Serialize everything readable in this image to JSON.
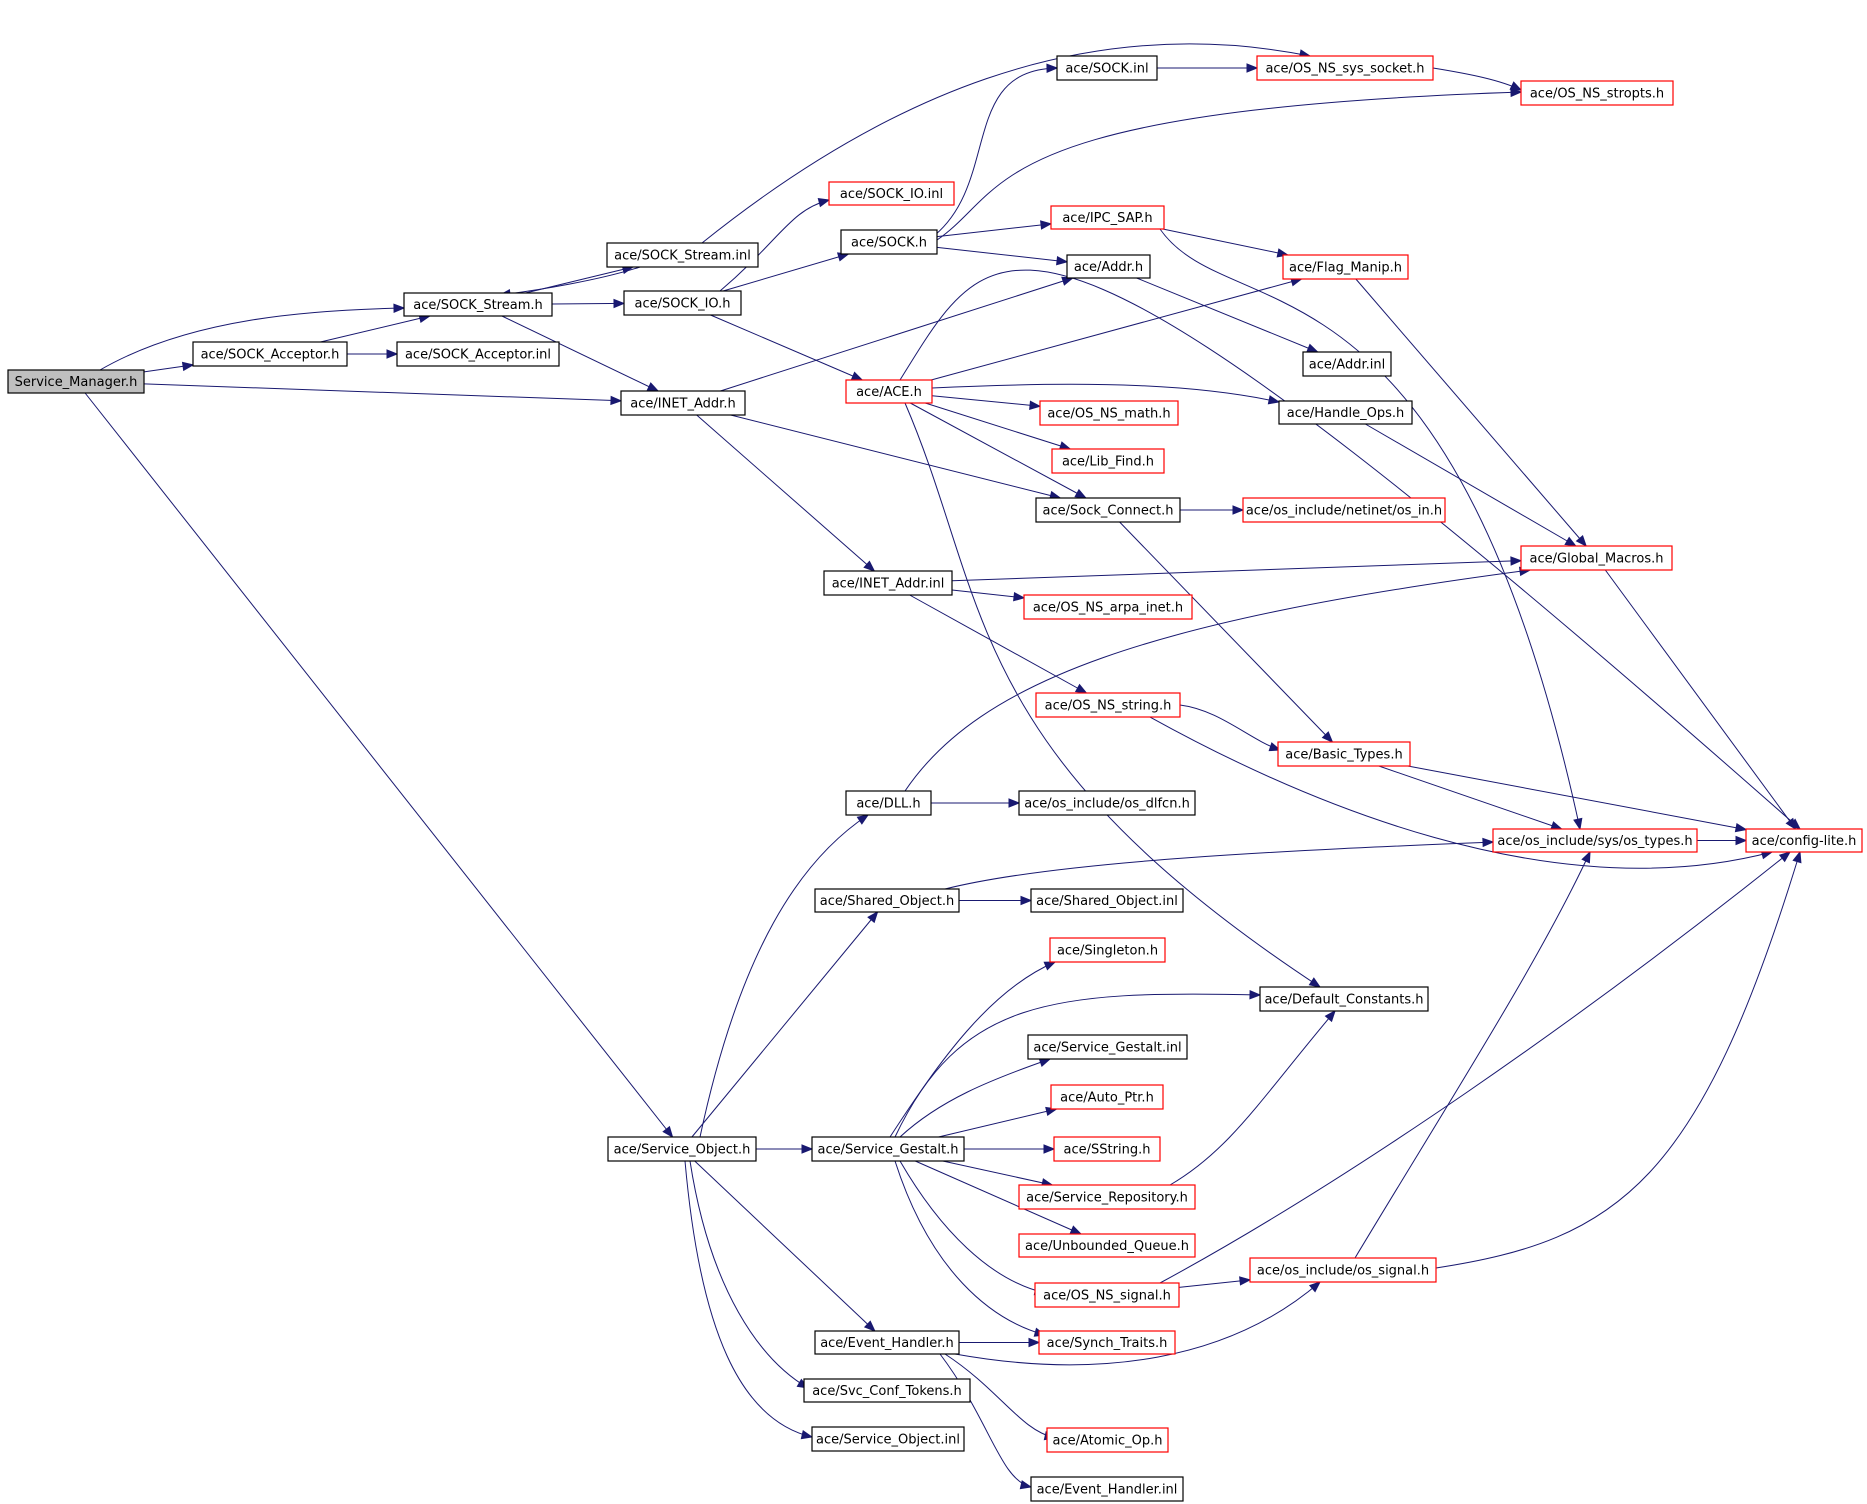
{
  "graph": {
    "colors": {
      "root_fill": "#bfbfbf",
      "normal_border": "#000000",
      "truncated_border": "#ff0000",
      "edge": "#191970"
    },
    "nodes": [
      {
        "id": "service_manager",
        "label": "Service_Manager.h",
        "style": "root"
      },
      {
        "id": "sock_stream_h",
        "label": "ace/SOCK_Stream.h",
        "style": "normal"
      },
      {
        "id": "sock_acceptor_h",
        "label": "ace/SOCK_Acceptor.h",
        "style": "normal"
      },
      {
        "id": "sock_acceptor_inl",
        "label": "ace/SOCK_Acceptor.inl",
        "style": "normal"
      },
      {
        "id": "inet_addr_h",
        "label": "ace/INET_Addr.h",
        "style": "normal"
      },
      {
        "id": "service_object_h",
        "label": "ace/Service_Object.h",
        "style": "normal"
      },
      {
        "id": "sock_stream_inl",
        "label": "ace/SOCK_Stream.inl",
        "style": "normal"
      },
      {
        "id": "sock_io_h",
        "label": "ace/SOCK_IO.h",
        "style": "normal"
      },
      {
        "id": "sock_io_inl",
        "label": "ace/SOCK_IO.inl",
        "style": "truncated"
      },
      {
        "id": "sock_h",
        "label": "ace/SOCK.h",
        "style": "normal"
      },
      {
        "id": "sock_inl",
        "label": "ace/SOCK.inl",
        "style": "normal"
      },
      {
        "id": "os_ns_sys_socket",
        "label": "ace/OS_NS_sys_socket.h",
        "style": "truncated"
      },
      {
        "id": "os_ns_stropts",
        "label": "ace/OS_NS_stropts.h",
        "style": "truncated"
      },
      {
        "id": "ipc_sap",
        "label": "ace/IPC_SAP.h",
        "style": "truncated"
      },
      {
        "id": "addr_h",
        "label": "ace/Addr.h",
        "style": "normal"
      },
      {
        "id": "flag_manip",
        "label": "ace/Flag_Manip.h",
        "style": "truncated"
      },
      {
        "id": "addr_inl",
        "label": "ace/Addr.inl",
        "style": "normal"
      },
      {
        "id": "ace_h",
        "label": "ace/ACE.h",
        "style": "truncated"
      },
      {
        "id": "handle_ops",
        "label": "ace/Handle_Ops.h",
        "style": "normal"
      },
      {
        "id": "os_ns_math",
        "label": "ace/OS_NS_math.h",
        "style": "truncated"
      },
      {
        "id": "lib_find",
        "label": "ace/Lib_Find.h",
        "style": "truncated"
      },
      {
        "id": "sock_connect",
        "label": "ace/Sock_Connect.h",
        "style": "normal"
      },
      {
        "id": "netinet_os_in",
        "label": "ace/os_include/netinet/os_in.h",
        "style": "truncated"
      },
      {
        "id": "inet_addr_inl",
        "label": "ace/INET_Addr.inl",
        "style": "normal"
      },
      {
        "id": "global_macros",
        "label": "ace/Global_Macros.h",
        "style": "truncated"
      },
      {
        "id": "os_ns_arpa_inet",
        "label": "ace/OS_NS_arpa_inet.h",
        "style": "truncated"
      },
      {
        "id": "os_ns_string",
        "label": "ace/OS_NS_string.h",
        "style": "truncated"
      },
      {
        "id": "basic_types",
        "label": "ace/Basic_Types.h",
        "style": "truncated"
      },
      {
        "id": "dll_h",
        "label": "ace/DLL.h",
        "style": "normal"
      },
      {
        "id": "os_dlfcn",
        "label": "ace/os_include/os_dlfcn.h",
        "style": "normal"
      },
      {
        "id": "os_types",
        "label": "ace/os_include/sys/os_types.h",
        "style": "truncated"
      },
      {
        "id": "config_lite",
        "label": "ace/config-lite.h",
        "style": "truncated"
      },
      {
        "id": "shared_object_h",
        "label": "ace/Shared_Object.h",
        "style": "normal"
      },
      {
        "id": "shared_object_inl",
        "label": "ace/Shared_Object.inl",
        "style": "normal"
      },
      {
        "id": "singleton",
        "label": "ace/Singleton.h",
        "style": "truncated"
      },
      {
        "id": "default_constants",
        "label": "ace/Default_Constants.h",
        "style": "normal"
      },
      {
        "id": "service_gestalt_inl",
        "label": "ace/Service_Gestalt.inl",
        "style": "normal"
      },
      {
        "id": "auto_ptr",
        "label": "ace/Auto_Ptr.h",
        "style": "truncated"
      },
      {
        "id": "service_gestalt_h",
        "label": "ace/Service_Gestalt.h",
        "style": "normal"
      },
      {
        "id": "sstring",
        "label": "ace/SString.h",
        "style": "truncated"
      },
      {
        "id": "service_repository",
        "label": "ace/Service_Repository.h",
        "style": "truncated"
      },
      {
        "id": "unbounded_queue",
        "label": "ace/Unbounded_Queue.h",
        "style": "truncated"
      },
      {
        "id": "os_ns_signal",
        "label": "ace/OS_NS_signal.h",
        "style": "truncated"
      },
      {
        "id": "os_signal",
        "label": "ace/os_include/os_signal.h",
        "style": "truncated"
      },
      {
        "id": "event_handler_h",
        "label": "ace/Event_Handler.h",
        "style": "normal"
      },
      {
        "id": "synch_traits",
        "label": "ace/Synch_Traits.h",
        "style": "truncated"
      },
      {
        "id": "svc_conf_tokens",
        "label": "ace/Svc_Conf_Tokens.h",
        "style": "normal"
      },
      {
        "id": "service_object_inl",
        "label": "ace/Service_Object.inl",
        "style": "normal"
      },
      {
        "id": "atomic_op",
        "label": "ace/Atomic_Op.h",
        "style": "truncated"
      },
      {
        "id": "event_handler_inl",
        "label": "ace/Event_Handler.inl",
        "style": "normal"
      }
    ],
    "edges": [
      {
        "from": "service_manager",
        "to": "sock_stream_h"
      },
      {
        "from": "service_manager",
        "to": "sock_acceptor_h"
      },
      {
        "from": "service_manager",
        "to": "inet_addr_h"
      },
      {
        "from": "service_manager",
        "to": "service_object_h"
      },
      {
        "from": "sock_acceptor_h",
        "to": "sock_stream_h"
      },
      {
        "from": "sock_acceptor_h",
        "to": "sock_acceptor_inl"
      },
      {
        "from": "sock_stream_h",
        "to": "sock_stream_inl"
      },
      {
        "from": "sock_stream_h",
        "to": "sock_io_h"
      },
      {
        "from": "sock_stream_h",
        "to": "inet_addr_h"
      },
      {
        "from": "sock_stream_inl",
        "to": "sock_stream_h"
      },
      {
        "from": "sock_stream_inl",
        "to": "os_ns_sys_socket"
      },
      {
        "from": "sock_io_h",
        "to": "sock_io_inl"
      },
      {
        "from": "sock_io_h",
        "to": "sock_h"
      },
      {
        "from": "sock_io_h",
        "to": "ace_h"
      },
      {
        "from": "sock_h",
        "to": "sock_inl"
      },
      {
        "from": "sock_h",
        "to": "ipc_sap"
      },
      {
        "from": "sock_h",
        "to": "addr_h"
      },
      {
        "from": "sock_h",
        "to": "os_ns_stropts"
      },
      {
        "from": "sock_inl",
        "to": "os_ns_sys_socket"
      },
      {
        "from": "os_ns_sys_socket",
        "to": "os_ns_stropts"
      },
      {
        "from": "ipc_sap",
        "to": "flag_manip"
      },
      {
        "from": "ipc_sap",
        "to": "os_types"
      },
      {
        "from": "addr_h",
        "to": "addr_inl"
      },
      {
        "from": "flag_manip",
        "to": "global_macros"
      },
      {
        "from": "inet_addr_h",
        "to": "addr_h"
      },
      {
        "from": "inet_addr_h",
        "to": "sock_connect"
      },
      {
        "from": "inet_addr_h",
        "to": "inet_addr_inl"
      },
      {
        "from": "ace_h",
        "to": "flag_manip"
      },
      {
        "from": "ace_h",
        "to": "handle_ops"
      },
      {
        "from": "ace_h",
        "to": "os_ns_math"
      },
      {
        "from": "ace_h",
        "to": "lib_find"
      },
      {
        "from": "ace_h",
        "to": "sock_connect"
      },
      {
        "from": "ace_h",
        "to": "default_constants"
      },
      {
        "from": "ace_h",
        "to": "config_lite"
      },
      {
        "from": "handle_ops",
        "to": "global_macros"
      },
      {
        "from": "sock_connect",
        "to": "netinet_os_in"
      },
      {
        "from": "sock_connect",
        "to": "basic_types"
      },
      {
        "from": "inet_addr_inl",
        "to": "global_macros"
      },
      {
        "from": "inet_addr_inl",
        "to": "os_ns_arpa_inet"
      },
      {
        "from": "inet_addr_inl",
        "to": "os_ns_string"
      },
      {
        "from": "global_macros",
        "to": "config_lite"
      },
      {
        "from": "os_ns_string",
        "to": "basic_types"
      },
      {
        "from": "os_ns_string",
        "to": "config_lite"
      },
      {
        "from": "basic_types",
        "to": "os_types"
      },
      {
        "from": "basic_types",
        "to": "config_lite"
      },
      {
        "from": "os_types",
        "to": "config_lite"
      },
      {
        "from": "dll_h",
        "to": "os_dlfcn"
      },
      {
        "from": "dll_h",
        "to": "global_macros"
      },
      {
        "from": "shared_object_h",
        "to": "shared_object_inl"
      },
      {
        "from": "shared_object_h",
        "to": "os_types"
      },
      {
        "from": "service_object_h",
        "to": "dll_h"
      },
      {
        "from": "service_object_h",
        "to": "shared_object_h"
      },
      {
        "from": "service_object_h",
        "to": "service_gestalt_h"
      },
      {
        "from": "service_object_h",
        "to": "event_handler_h"
      },
      {
        "from": "service_object_h",
        "to": "svc_conf_tokens"
      },
      {
        "from": "service_object_h",
        "to": "service_object_inl"
      },
      {
        "from": "service_gestalt_h",
        "to": "singleton"
      },
      {
        "from": "service_gestalt_h",
        "to": "default_constants"
      },
      {
        "from": "service_gestalt_h",
        "to": "service_gestalt_inl"
      },
      {
        "from": "service_gestalt_h",
        "to": "auto_ptr"
      },
      {
        "from": "service_gestalt_h",
        "to": "sstring"
      },
      {
        "from": "service_gestalt_h",
        "to": "service_repository"
      },
      {
        "from": "service_gestalt_h",
        "to": "unbounded_queue"
      },
      {
        "from": "service_gestalt_h",
        "to": "os_ns_signal"
      },
      {
        "from": "service_gestalt_h",
        "to": "synch_traits"
      },
      {
        "from": "service_repository",
        "to": "default_constants"
      },
      {
        "from": "os_ns_signal",
        "to": "os_signal"
      },
      {
        "from": "os_ns_signal",
        "to": "config_lite"
      },
      {
        "from": "os_signal",
        "to": "os_types"
      },
      {
        "from": "os_signal",
        "to": "config_lite"
      },
      {
        "from": "event_handler_h",
        "to": "synch_traits"
      },
      {
        "from": "event_handler_h",
        "to": "os_signal"
      },
      {
        "from": "event_handler_h",
        "to": "atomic_op"
      },
      {
        "from": "event_handler_h",
        "to": "event_handler_inl"
      }
    ]
  }
}
